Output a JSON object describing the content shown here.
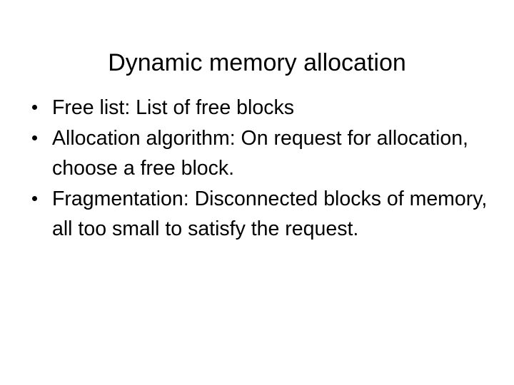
{
  "slide": {
    "title": "Dynamic memory allocation",
    "background_color": "#ffffff",
    "text_color": "#000000",
    "bullets": [
      {
        "text": "Free list: List of free blocks"
      },
      {
        "text": "Allocation algorithm: On request for allocation, choose a free block."
      },
      {
        "text": "Fragmentation: Disconnected blocks of memory, all too small to satisfy the request."
      }
    ]
  }
}
